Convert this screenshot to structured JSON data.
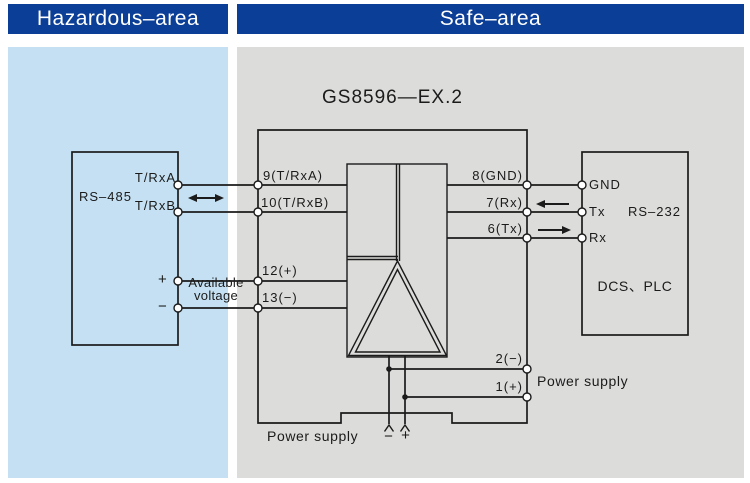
{
  "colors": {
    "header_bg": "#0b3e96",
    "header_text": "#ffffff",
    "hazardous_panel_bg": "#c4e0f2",
    "safe_panel_bg": "#dcdcdb",
    "line": "#1b1b1b"
  },
  "headers": {
    "hazardous": "Hazardous–area",
    "safe": "Safe–area"
  },
  "device": {
    "model": "GS8596—EX.2",
    "left_terminals": {
      "t9": "9(T/RxA)",
      "t10": "10(T/RxB)",
      "t12": "12(+)",
      "t13": "13(−)"
    },
    "right_terminals": {
      "t8": "8(GND)",
      "t7": "7(Rx)",
      "t6": "6(Tx)",
      "t2": "2(−)",
      "t1": "1(+)"
    }
  },
  "left_device": {
    "name": "RS–485",
    "terminal_a": "T/RxA",
    "terminal_b": "T/RxB",
    "terminal_plus": "+",
    "terminal_minus": "−",
    "note_line1": "Available",
    "note_line2": "voltage"
  },
  "right_device": {
    "name": "RS–232",
    "terminal_gnd": "GND",
    "terminal_tx": "Tx",
    "terminal_rx": "Rx",
    "system": "DCS、PLC"
  },
  "power": {
    "right_label": "Power supply",
    "bottom_label": "Power supply",
    "minus": "−",
    "plus": "+"
  }
}
